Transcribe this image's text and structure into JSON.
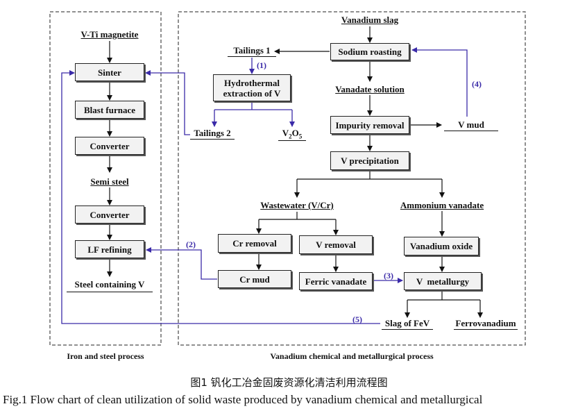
{
  "iron_steel": {
    "title": "Iron and steel process",
    "v_ti_magnetite": "V-Ti magnetite",
    "sinter": "Sinter",
    "blast_furnace": "Blast furnace",
    "converter1": "Converter",
    "semi_steel": "Semi steel",
    "converter2": "Converter",
    "lf_refining": "LF refining",
    "steel_v": "Steel containing V"
  },
  "vanadium": {
    "title": "Vanadium chemical and metallurgical process",
    "vanadium_slag": "Vanadium slag",
    "sodium_roasting": "Sodium roasting",
    "tailings1": "Tailings 1",
    "hydrothermal": "Hydrothermal extraction of V",
    "tailings2": "Tailings 2",
    "v2o5_main": "V",
    "v2o5_sub1": "2",
    "v2o5_o": "O",
    "v2o5_sub2": "5",
    "vanadate_solution": "Vanadate solution",
    "impurity_removal": "Impurity removal",
    "v_mud": "V mud",
    "v_precipitation": "V precipitation",
    "wastewater": "Wastewater (V/Cr)",
    "ammonium_vanadate": "Ammonium vanadate",
    "cr_removal": "Cr removal",
    "v_removal": "V removal",
    "vanadium_oxide": "Vanadium oxide",
    "cr_mud": "Cr mud",
    "ferric_vanadate": "Ferric vanadate",
    "v_metallurgy": "V  metallurgy",
    "slag_fev": "Slag of FeV",
    "ferrovanadium": "Ferrovanadium"
  },
  "markers": {
    "m1": "(1)",
    "m2": "(2)",
    "m3": "(3)",
    "m4": "(4)",
    "m5": "(5)"
  },
  "captions": {
    "cn": "图1   钒化工冶金固废资源化清洁利用流程图",
    "en": "Fig.1    Flow chart of clean utilization of solid waste produced by vanadium chemical and metallurgical"
  },
  "colors": {
    "flow": "#111111",
    "recycle": "#3a2aa8",
    "box_fill": "#f2f2f2"
  }
}
